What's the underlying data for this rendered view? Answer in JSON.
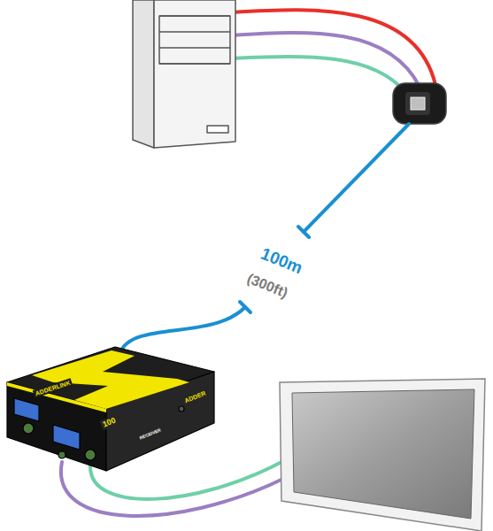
{
  "diagram": {
    "labels": [
      "100m",
      "(300ft)",
      "ADDERLINK",
      "100",
      "ADDER",
      "RECEIVER"
    ]
  }
}
